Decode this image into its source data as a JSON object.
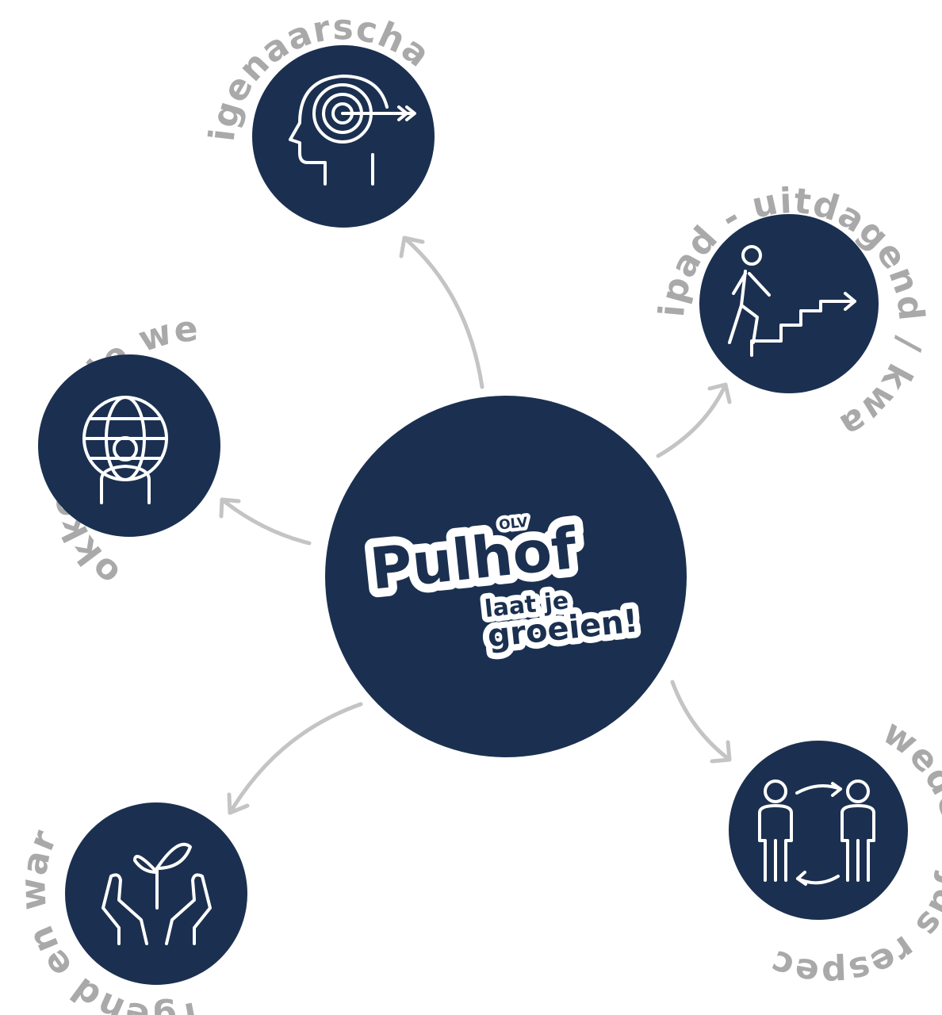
{
  "colors": {
    "node_fill": "#1b3050",
    "arrow": "#c4c4c4",
    "label": "#a9a9a9",
    "icon": "#ffffff"
  },
  "center": {
    "logo_small": "OLV",
    "logo_main": "Pulhof",
    "tagline_1": "laat je",
    "tagline_2": "groeien!"
  },
  "nodes": {
    "eigenaarschap": {
      "label": "Eigenaarschap",
      "icon": "head-target-icon"
    },
    "groeipad": {
      "label": "Groeipad - uitdagend / kwaliteit",
      "icon": "person-stairs-icon"
    },
    "betrokken": {
      "label": "betrokken op de wereld",
      "icon": "globe-person-icon"
    },
    "zorgend": {
      "label": "zorgend en warm",
      "icon": "hands-plant-icon"
    },
    "wederzijds": {
      "label": "wederzijds respect",
      "icon": "people-exchange-icon"
    }
  }
}
